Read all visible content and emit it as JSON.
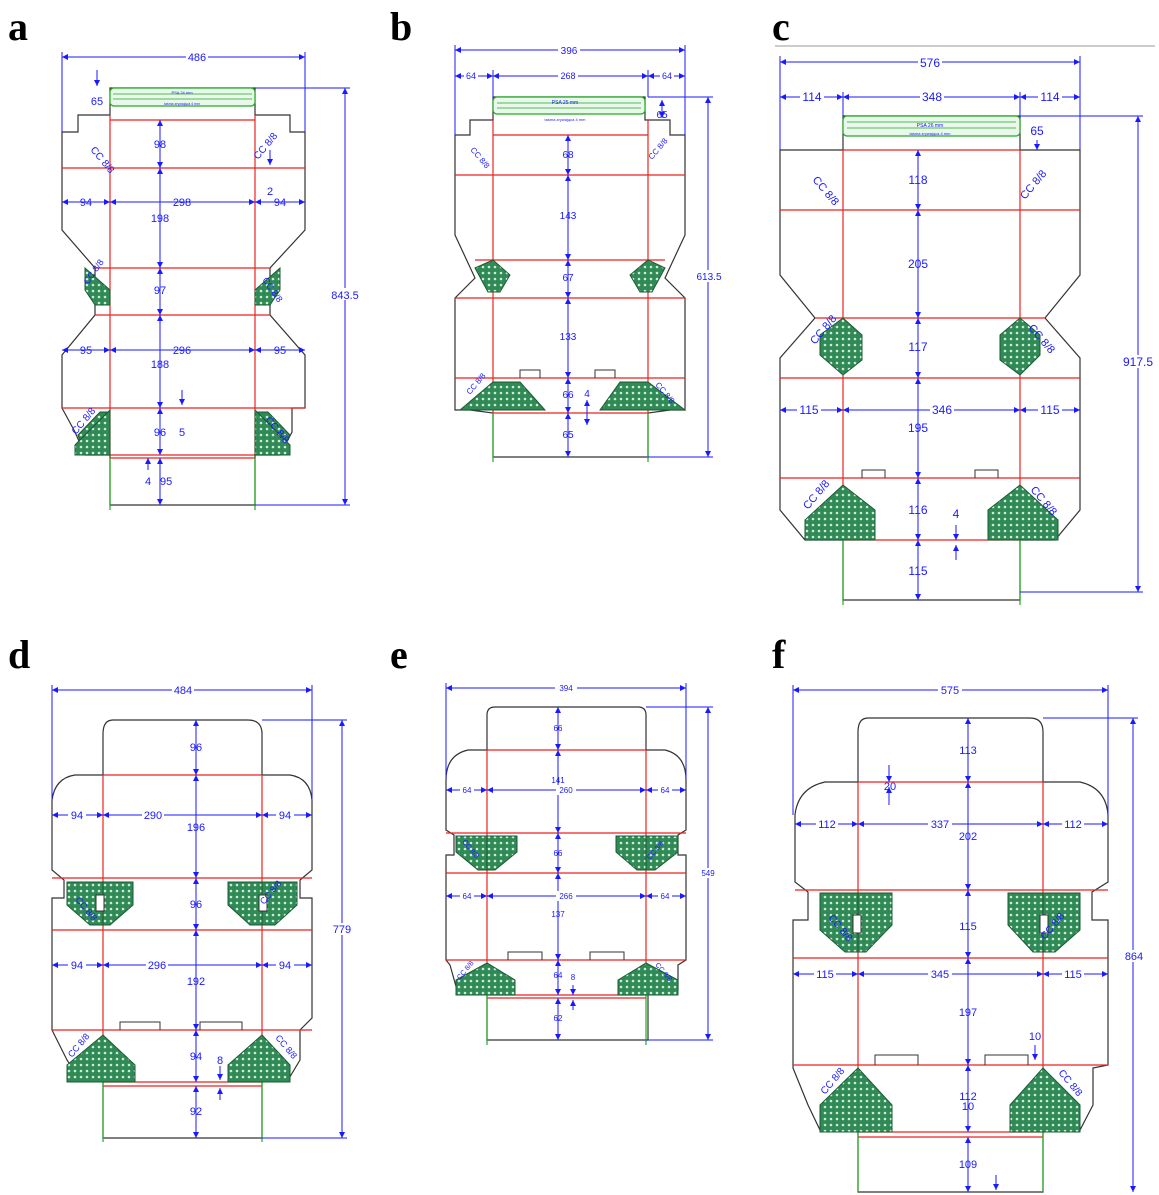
{
  "panels": [
    {
      "id": "a",
      "label": "a",
      "width": "486",
      "height": "843.5",
      "psa": "PSA 24 mm",
      "tape": "taśma zrywająca 4 mm",
      "dims": [
        "65",
        "98",
        "2",
        "94",
        "298",
        "94",
        "198",
        "97",
        "95",
        "296",
        "95",
        "188",
        "5",
        "96",
        "4",
        "95"
      ],
      "cc": "CC 8/8"
    },
    {
      "id": "b",
      "label": "b",
      "width": "396",
      "height": "613.5",
      "psa": "PSA 25 mm",
      "tape": "taśma zrywająca 4 mm",
      "dims": [
        "64",
        "268",
        "64",
        "65",
        "68",
        "143",
        "67",
        "133",
        "66",
        "4",
        "65"
      ],
      "cc": "CC 8/8"
    },
    {
      "id": "c",
      "label": "c",
      "width": "576",
      "height": "917.5",
      "psa": "PSA 26 mm",
      "tape": "taśma zrywająca 4 mm",
      "dims": [
        "114",
        "348",
        "114",
        "65",
        "118",
        "205",
        "117",
        "115",
        "346",
        "115",
        "195",
        "116",
        "4",
        "115"
      ],
      "cc": "CC 8/8"
    },
    {
      "id": "d",
      "label": "d",
      "width": "484",
      "height": "779",
      "dims": [
        "96",
        "94",
        "290",
        "94",
        "196",
        "96",
        "94",
        "296",
        "94",
        "192",
        "94",
        "8",
        "92"
      ],
      "cc": "CC 8/8"
    },
    {
      "id": "e",
      "label": "e",
      "width": "394",
      "height": "549",
      "dims": [
        "66",
        "141",
        "64",
        "260",
        "64",
        "66",
        "64",
        "266",
        "64",
        "137",
        "64",
        "8",
        "62"
      ],
      "cc": "CC 8/8"
    },
    {
      "id": "f",
      "label": "f",
      "width": "575",
      "height": "864",
      "dims": [
        "113",
        "20",
        "112",
        "337",
        "112",
        "202",
        "115",
        "115",
        "345",
        "115",
        "197",
        "10",
        "112",
        "10",
        "109"
      ],
      "cc": "CC 8/8"
    }
  ],
  "colors": {
    "outline": "#333333",
    "fold": "#ee2222",
    "dim": "#1a1aff",
    "glue": "#228844",
    "green_line": "#22aa22"
  }
}
